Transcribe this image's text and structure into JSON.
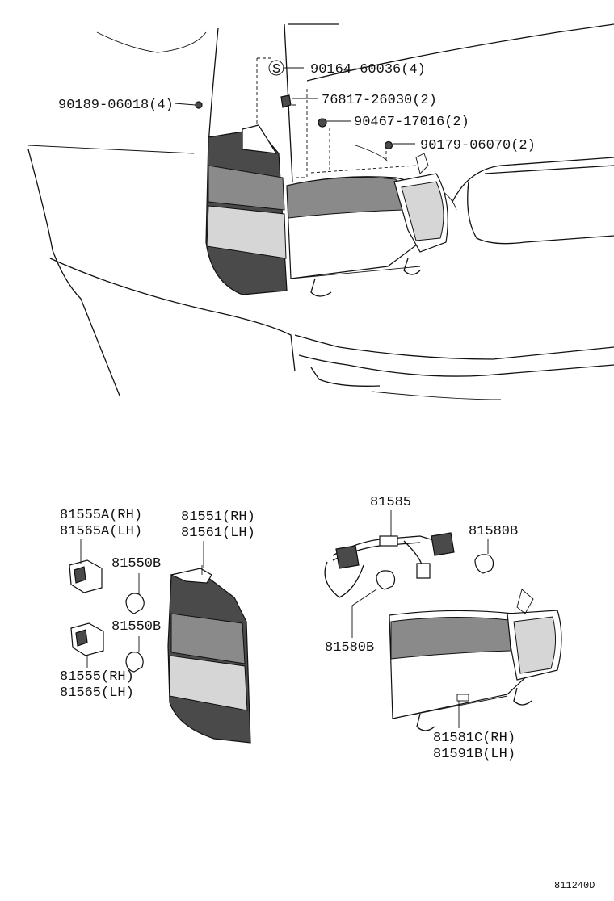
{
  "labels": {
    "p90164": "90164-60036(4)",
    "p90189": "90189-06018(4)",
    "p76817": "76817-26030(2)",
    "p90467": "90467-17016(2)",
    "p90179": "90179-06070(2)",
    "p81555A_rh": "81555A(RH)",
    "p81565A_lh": "81565A(LH)",
    "p81551_rh": "81551(RH)",
    "p81561_lh": "81561(LH)",
    "p81550B_top": "81550B",
    "p81550B_bot": "81550B",
    "p81555_rh": "81555(RH)",
    "p81565_lh": "81565(LH)",
    "p81585": "81585",
    "p81580B_top": "81580B",
    "p81580B_bot": "81580B",
    "p81581C_rh": "81581C(RH)",
    "p81591B_lh": "81591B(LH)",
    "s_mark": "S"
  },
  "diagram_code": "811240D"
}
